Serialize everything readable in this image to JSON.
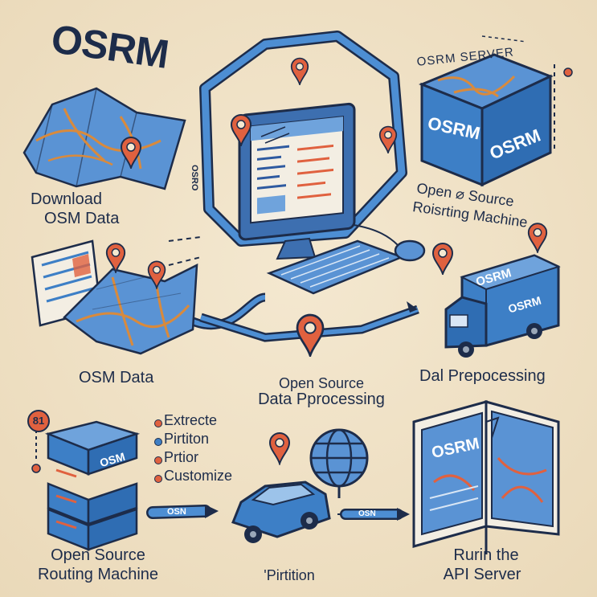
{
  "title": "OSRM",
  "server_label": "OSRM SERVER",
  "cube_text_left": "OSRM",
  "cube_text_right": "OSRM",
  "screen_vertical": "OSRO",
  "server_desc": [
    "Open ⌀ Source",
    "Roisrting Machine"
  ],
  "download_label": [
    "Download",
    "OSM   Data"
  ],
  "osm_data_label": "OSM Data",
  "processing_label": [
    "Open Source",
    "Data Pprocessing"
  ],
  "preprocessing_label": "Dal Prepocessing",
  "truck_text": [
    "OSRM",
    "OSRM"
  ],
  "steps": [
    {
      "text": "Extrecte",
      "color": "#e0613f"
    },
    {
      "text": "Pirtiton",
      "color": "#3f7fc4"
    },
    {
      "text": "Prtior",
      "color": "#e0613f"
    },
    {
      "text": "Customize",
      "color": "#e0613f"
    }
  ],
  "stack_badge": "81",
  "stack_text": "OSM",
  "routing_label": [
    "Open Source",
    "Routing Machine"
  ],
  "arrow1_text": "OSN",
  "arrow2_text": "OSN",
  "partition_label": "'Pirtition",
  "book_text": "OSRM",
  "api_label": [
    "Rurin the",
    "API Server"
  ],
  "colors": {
    "blue": "#3d7fc6",
    "light_blue": "#6fa3dc",
    "navy": "#1d2c4a",
    "orange": "#e0613f",
    "beige": "#efe1c6"
  },
  "icons": [
    "map-pin-icon",
    "monitor-icon",
    "keyboard-icon",
    "mouse-icon",
    "server-cube-icon",
    "truck-icon",
    "server-stack-icon",
    "car-icon",
    "globe-icon",
    "open-book-icon",
    "folded-map-icon",
    "document-icon"
  ]
}
